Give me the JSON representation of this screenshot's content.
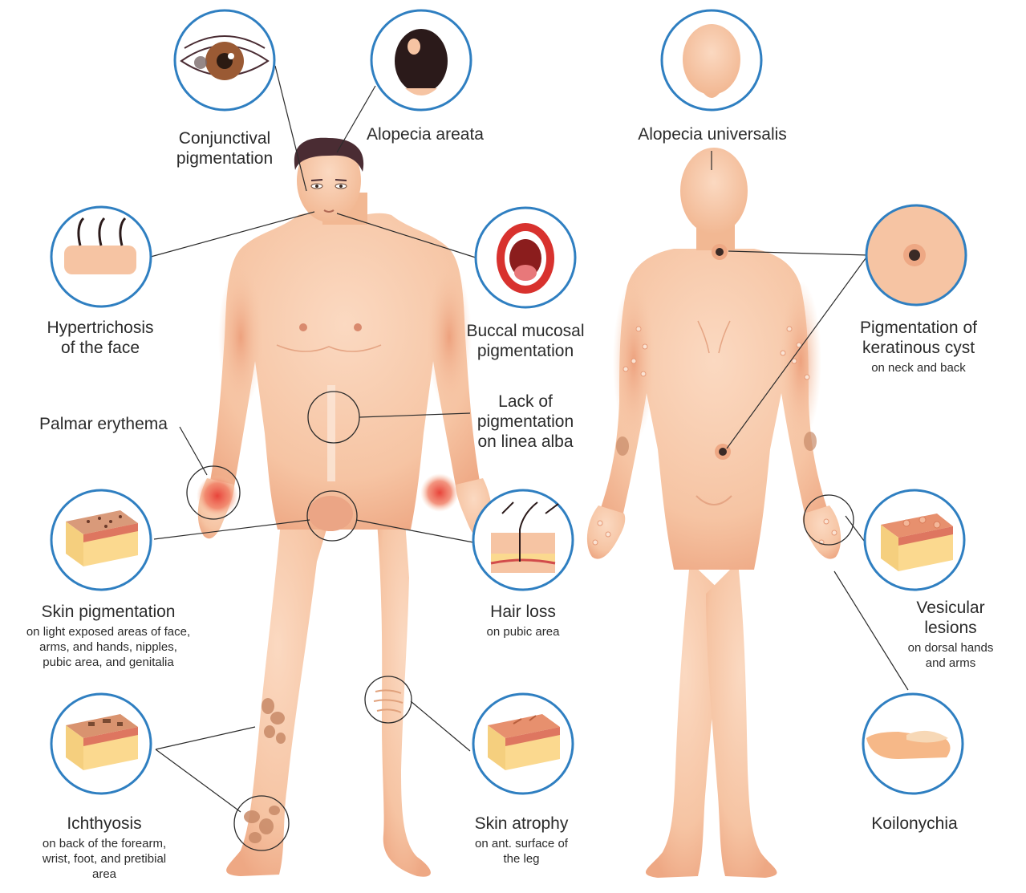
{
  "labels": {
    "conjunctival": {
      "title_line1": "Conjunctival",
      "title_line2": "pigmentation",
      "icon": "eye-icon"
    },
    "alopecia_areata": {
      "title": "Alopecia areata",
      "icon": "scalp-patch-icon"
    },
    "alopecia_universalis": {
      "title": "Alopecia universalis",
      "icon": "bald-head-icon"
    },
    "hypertrichosis": {
      "title_line1": "Hypertrichosis",
      "title_line2": "of the face",
      "icon": "hair-skin-icon"
    },
    "buccal": {
      "title_line1": "Buccal mucosal",
      "title_line2": "pigmentation",
      "icon": "open-mouth-icon"
    },
    "keratinous_cyst": {
      "title_line1": "Pigmentation of",
      "title_line2": "keratinous cyst",
      "sub": "on neck and back",
      "icon": "cyst-icon"
    },
    "palmar": {
      "title": "Palmar erythema"
    },
    "linea_alba": {
      "title_line1": "Lack of",
      "title_line2": "pigmentation",
      "title_line3": "on linea alba"
    },
    "skin_pigmentation": {
      "title": "Skin pigmentation",
      "sub_line1": "on light exposed areas of face,",
      "sub_line2": "arms, and hands, nipples,",
      "sub_line3": "pubic area, and genitalia",
      "icon": "pigmented-skin-icon"
    },
    "hair_loss": {
      "title": "Hair loss",
      "sub": "on pubic area",
      "icon": "hair-follicle-icon"
    },
    "vesicular": {
      "title_line1": "Vesicular",
      "title_line2": "lesions",
      "sub_line1": "on dorsal hands",
      "sub_line2": "and arms",
      "icon": "vesicle-skin-icon"
    },
    "ichthyosis": {
      "title": "Ichthyosis",
      "sub_line1": "on back of the forearm,",
      "sub_line2": "wrist, foot, and pretibial",
      "sub_line3": "area",
      "icon": "scaly-skin-icon"
    },
    "skin_atrophy": {
      "title": "Skin atrophy",
      "sub_line1": "on ant. surface of",
      "sub_line2": "the leg",
      "icon": "atrophic-skin-icon"
    },
    "koilonychia": {
      "title": "Koilonychia",
      "icon": "spoon-nail-icon"
    }
  },
  "colors": {
    "skin": "#f6c4a3",
    "skin_shade": "#ec9d79",
    "circle_border": "#2f7fc1",
    "line": "#2b2b2b",
    "text": "#2b2b2b",
    "hair": "#4a2c33",
    "erythema": "#e8443a"
  }
}
